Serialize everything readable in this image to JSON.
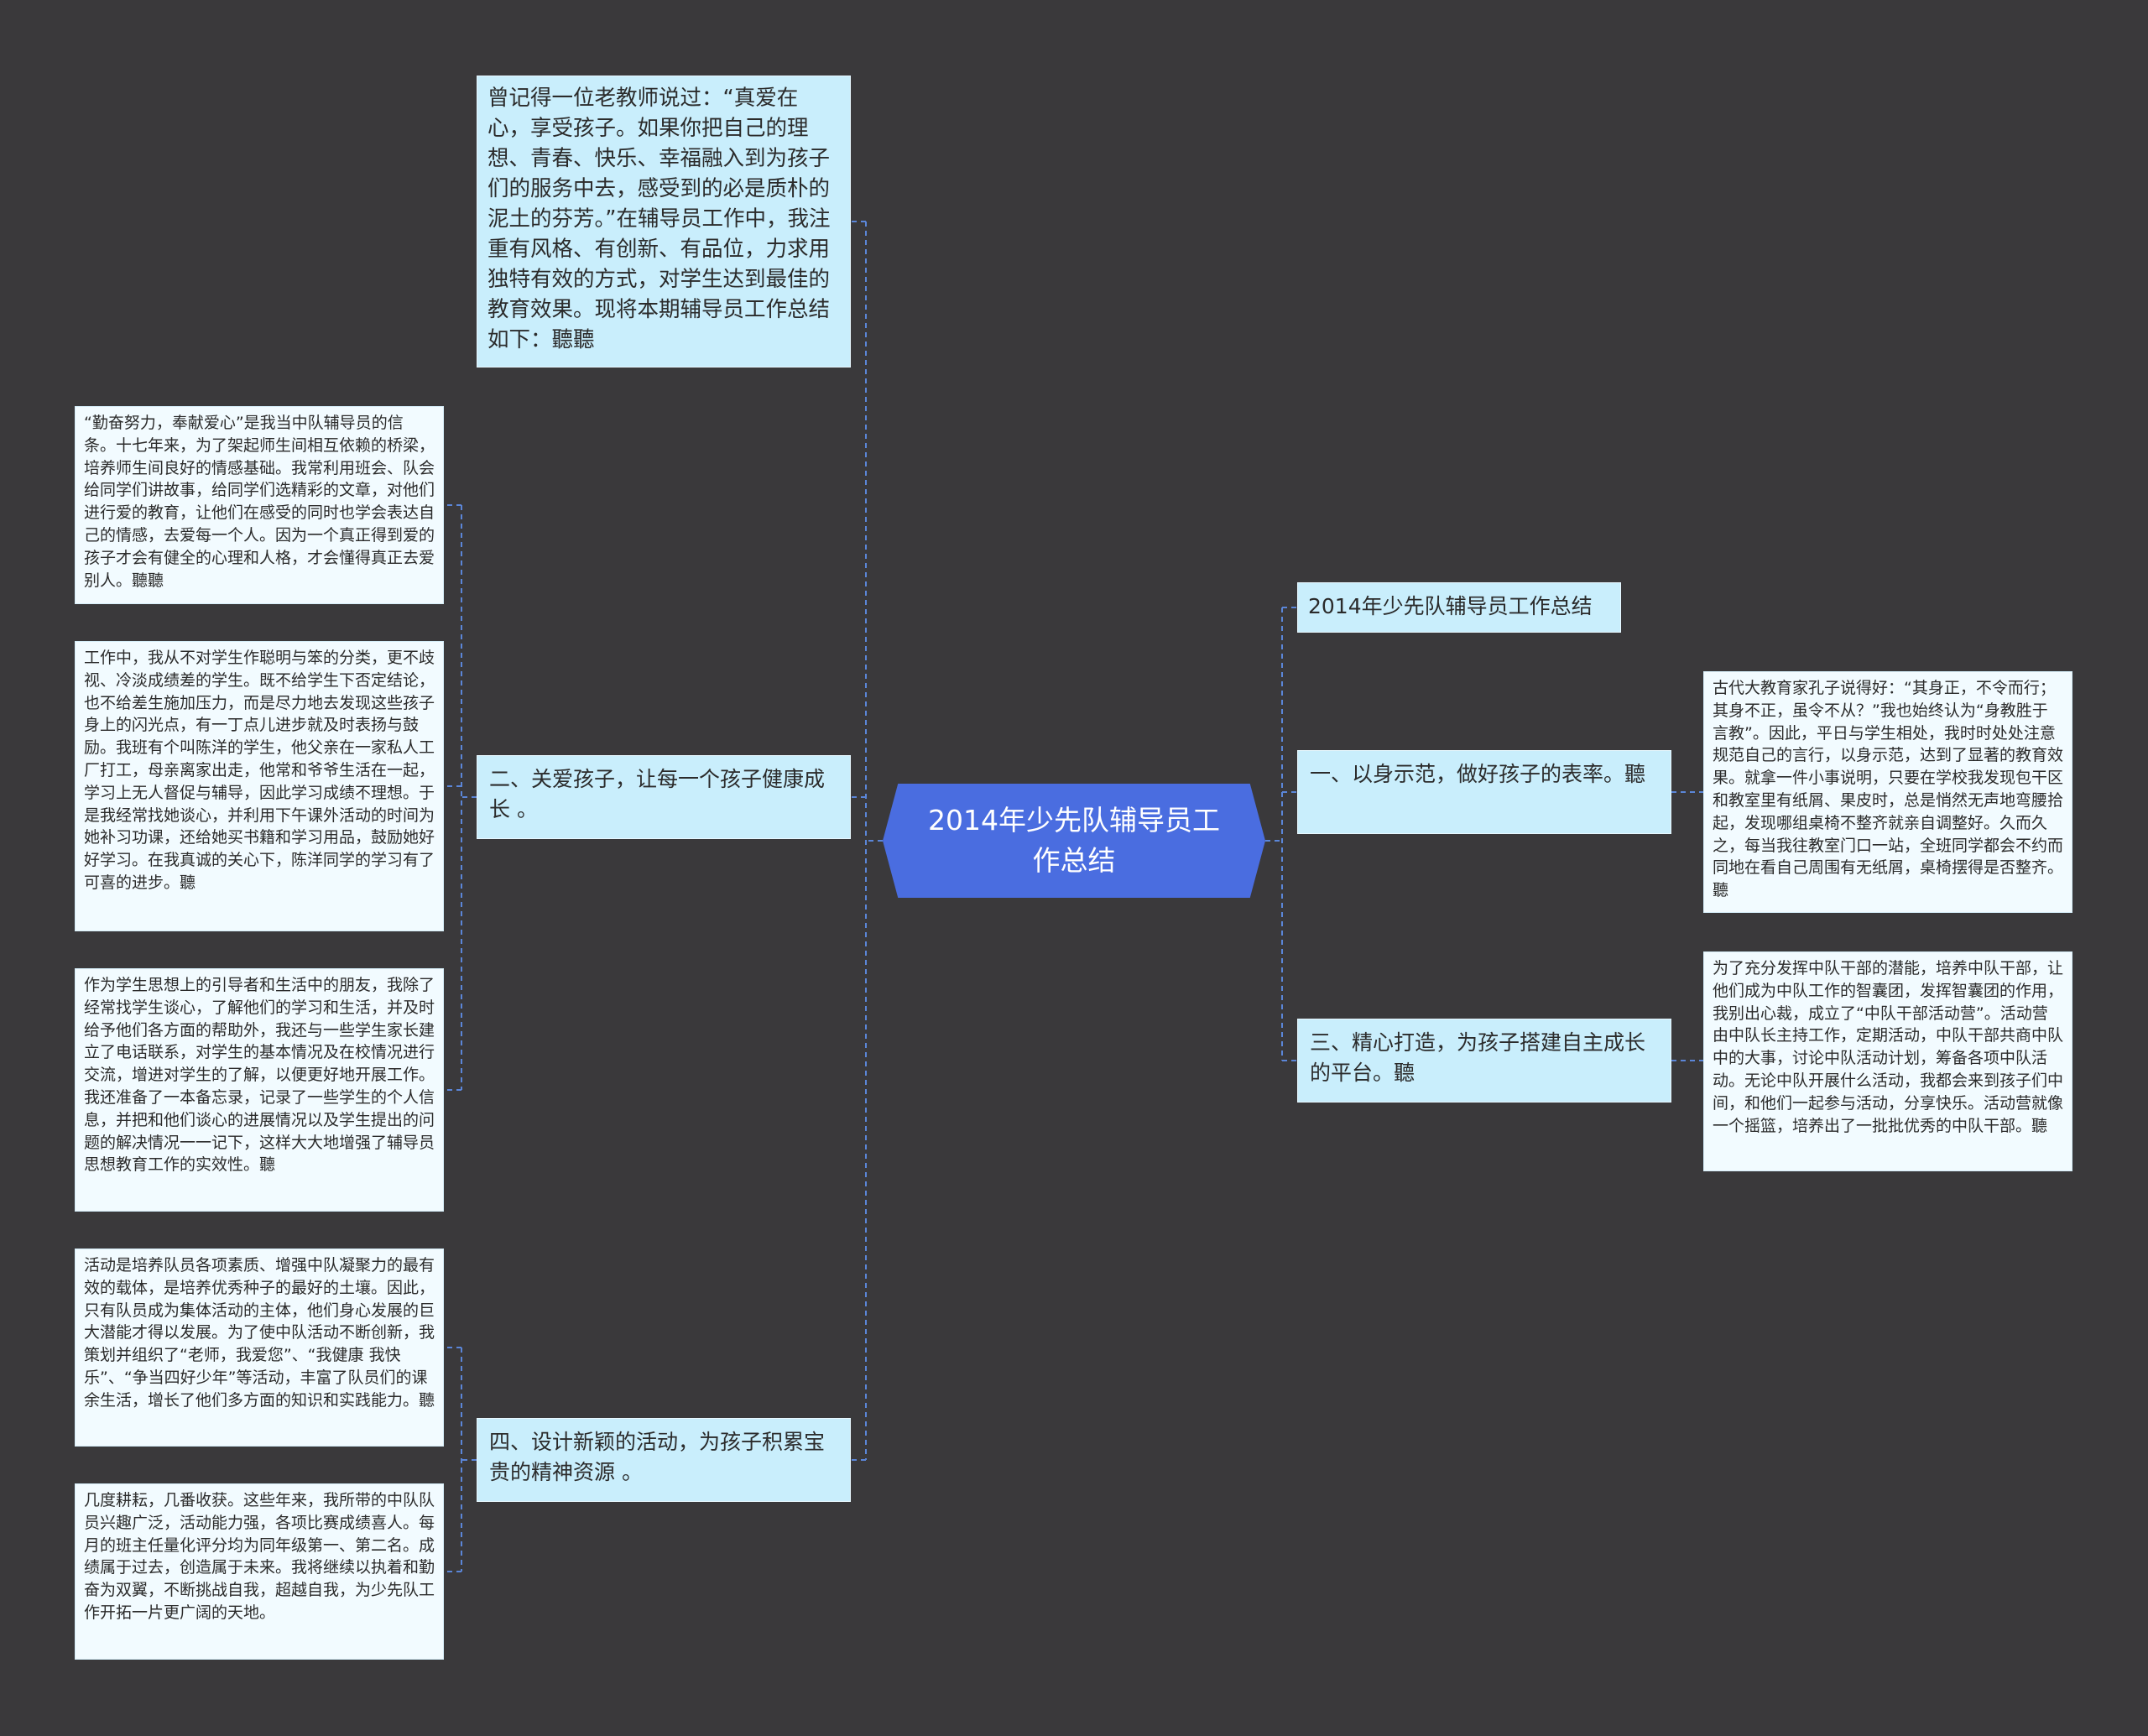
{
  "root": {
    "title": "2014年少先队辅导员工作总结"
  },
  "intro": "曾记得一位老教师说过：“真爱在心，享受孩子。如果你把自己的理想、青春、快乐、幸福融入到为孩子们的服务中去，感受到的必是质朴的泥土的芬芳。”在辅导员工作中，我注重有风格、有创新、有品位，力求用独特有效的方式，对学生达到最佳的教育效果。现将本期辅导员工作总结如下：聽聽",
  "left_branches": [
    {
      "label": "二、关爱孩子，让每一个孩子健康成长 。",
      "leaves": [
        "“勤奋努力，奉献爱心”是我当中队辅导员的信条。十七年来，为了架起师生间相互依赖的桥梁，培养师生间良好的情感基础。我常利用班会、队会给同学们讲故事，给同学们选精彩的文章，对他们进行爱的教育，让他们在感受的同时也学会表达自己的情感，去爱每一个人。因为一个真正得到爱的孩子才会有健全的心理和人格，才会懂得真正去爱别人。聽聽",
        "工作中，我从不对学生作聪明与笨的分类，更不歧视、冷淡成绩差的学生。既不给学生下否定结论，也不给差生施加压力，而是尽力地去发现这些孩子身上的闪光点，有一丁点儿进步就及时表扬与鼓励。我班有个叫陈洋的学生，他父亲在一家私人工厂打工，母亲离家出走，他常和爷爷生活在一起，学习上无人督促与辅导，因此学习成绩不理想。于是我经常找她谈心，并利用下午课外活动的时间为她补习功课，还给她买书籍和学习用品，鼓励她好好学习。在我真诚的关心下，陈洋同学的学习有了可喜的进步。聽",
        "作为学生思想上的引导者和生活中的朋友，我除了经常找学生谈心，了解他们的学习和生活，并及时给予他们各方面的帮助外，我还与一些学生家长建立了电话联系，对学生的基本情况及在校情况进行交流，增进对学生的了解，以便更好地开展工作。我还准备了一本备忘录，记录了一些学生的个人信息，并把和他们谈心的进展情况以及学生提出的问题的解决情况一一记下，这样大大地增强了辅导员思想教育工作的实效性。聽"
      ]
    },
    {
      "label": "四、设计新颖的活动，为孩子积累宝贵的精神资源 。",
      "leaves": [
        "活动是培养队员各项素质、增强中队凝聚力的最有效的载体，是培养优秀种子的最好的土壤。因此，只有队员成为集体活动的主体，他们身心发展的巨大潜能才得以发展。为了使中队活动不断创新，我策划并组织了“老师，我爱您”、“我健康 我快乐”、“争当四好少年”等活动，丰富了队员们的课余生活，增长了他们多方面的知识和实践能力。聽",
        "几度耕耘，几番收获。这些年来，我所带的中队队员兴趣广泛，活动能力强，各项比赛成绩喜人。每月的班主任量化评分均为同年级第一、第二名。成绩属于过去，创造属于未来。我将继续以执着和勤奋为双翼，不断挑战自我，超越自我，为少先队工作开拓一片更广阔的天地。"
      ]
    }
  ],
  "right_branches": [
    {
      "label": "2014年少先队辅导员工作总结",
      "leaves": []
    },
    {
      "label": "一、以身示范，做好孩子的表率。聽",
      "leaves": [
        "古代大教育家孔子说得好：“其身正，不令而行；其身不正，虽令不从？”我也始终认为“身教胜于言教”。因此，平日与学生相处，我时时处处注意规范自己的言行，以身示范，达到了显著的教育效果。就拿一件小事说明，只要在学校我发现包干区和教室里有纸屑、果皮时，总是悄然无声地弯腰拾起，发现哪组桌椅不整齐就亲自调整好。久而久之，每当我往教室门口一站，全班同学都会不约而同地在看自己周围有无纸屑，桌椅摆得是否整齐。聽"
      ]
    },
    {
      "label": "三、精心打造，为孩子搭建自主成长的平台。聽",
      "leaves": [
        "为了充分发挥中队干部的潜能，培养中队干部，让他们成为中队工作的智囊团，发挥智囊团的作用，我别出心裁，成立了“中队干部活动营”。活动营由中队长主持工作，定期活动，中队干部共商中队中的大事，讨论中队活动计划，筹备各项中队活动。无论中队开展什么活动，我都会来到孩子们中间，和他们一起参与活动，分享快乐。活动营就像一个摇篮，培养出了一批批优秀的中队干部。聽"
      ]
    }
  ],
  "colors": {
    "background": "#3a393b",
    "root": "#4a6de0",
    "branch": "#c9eefc",
    "leaf": "#f2fbff",
    "link": "#5b86d8"
  }
}
